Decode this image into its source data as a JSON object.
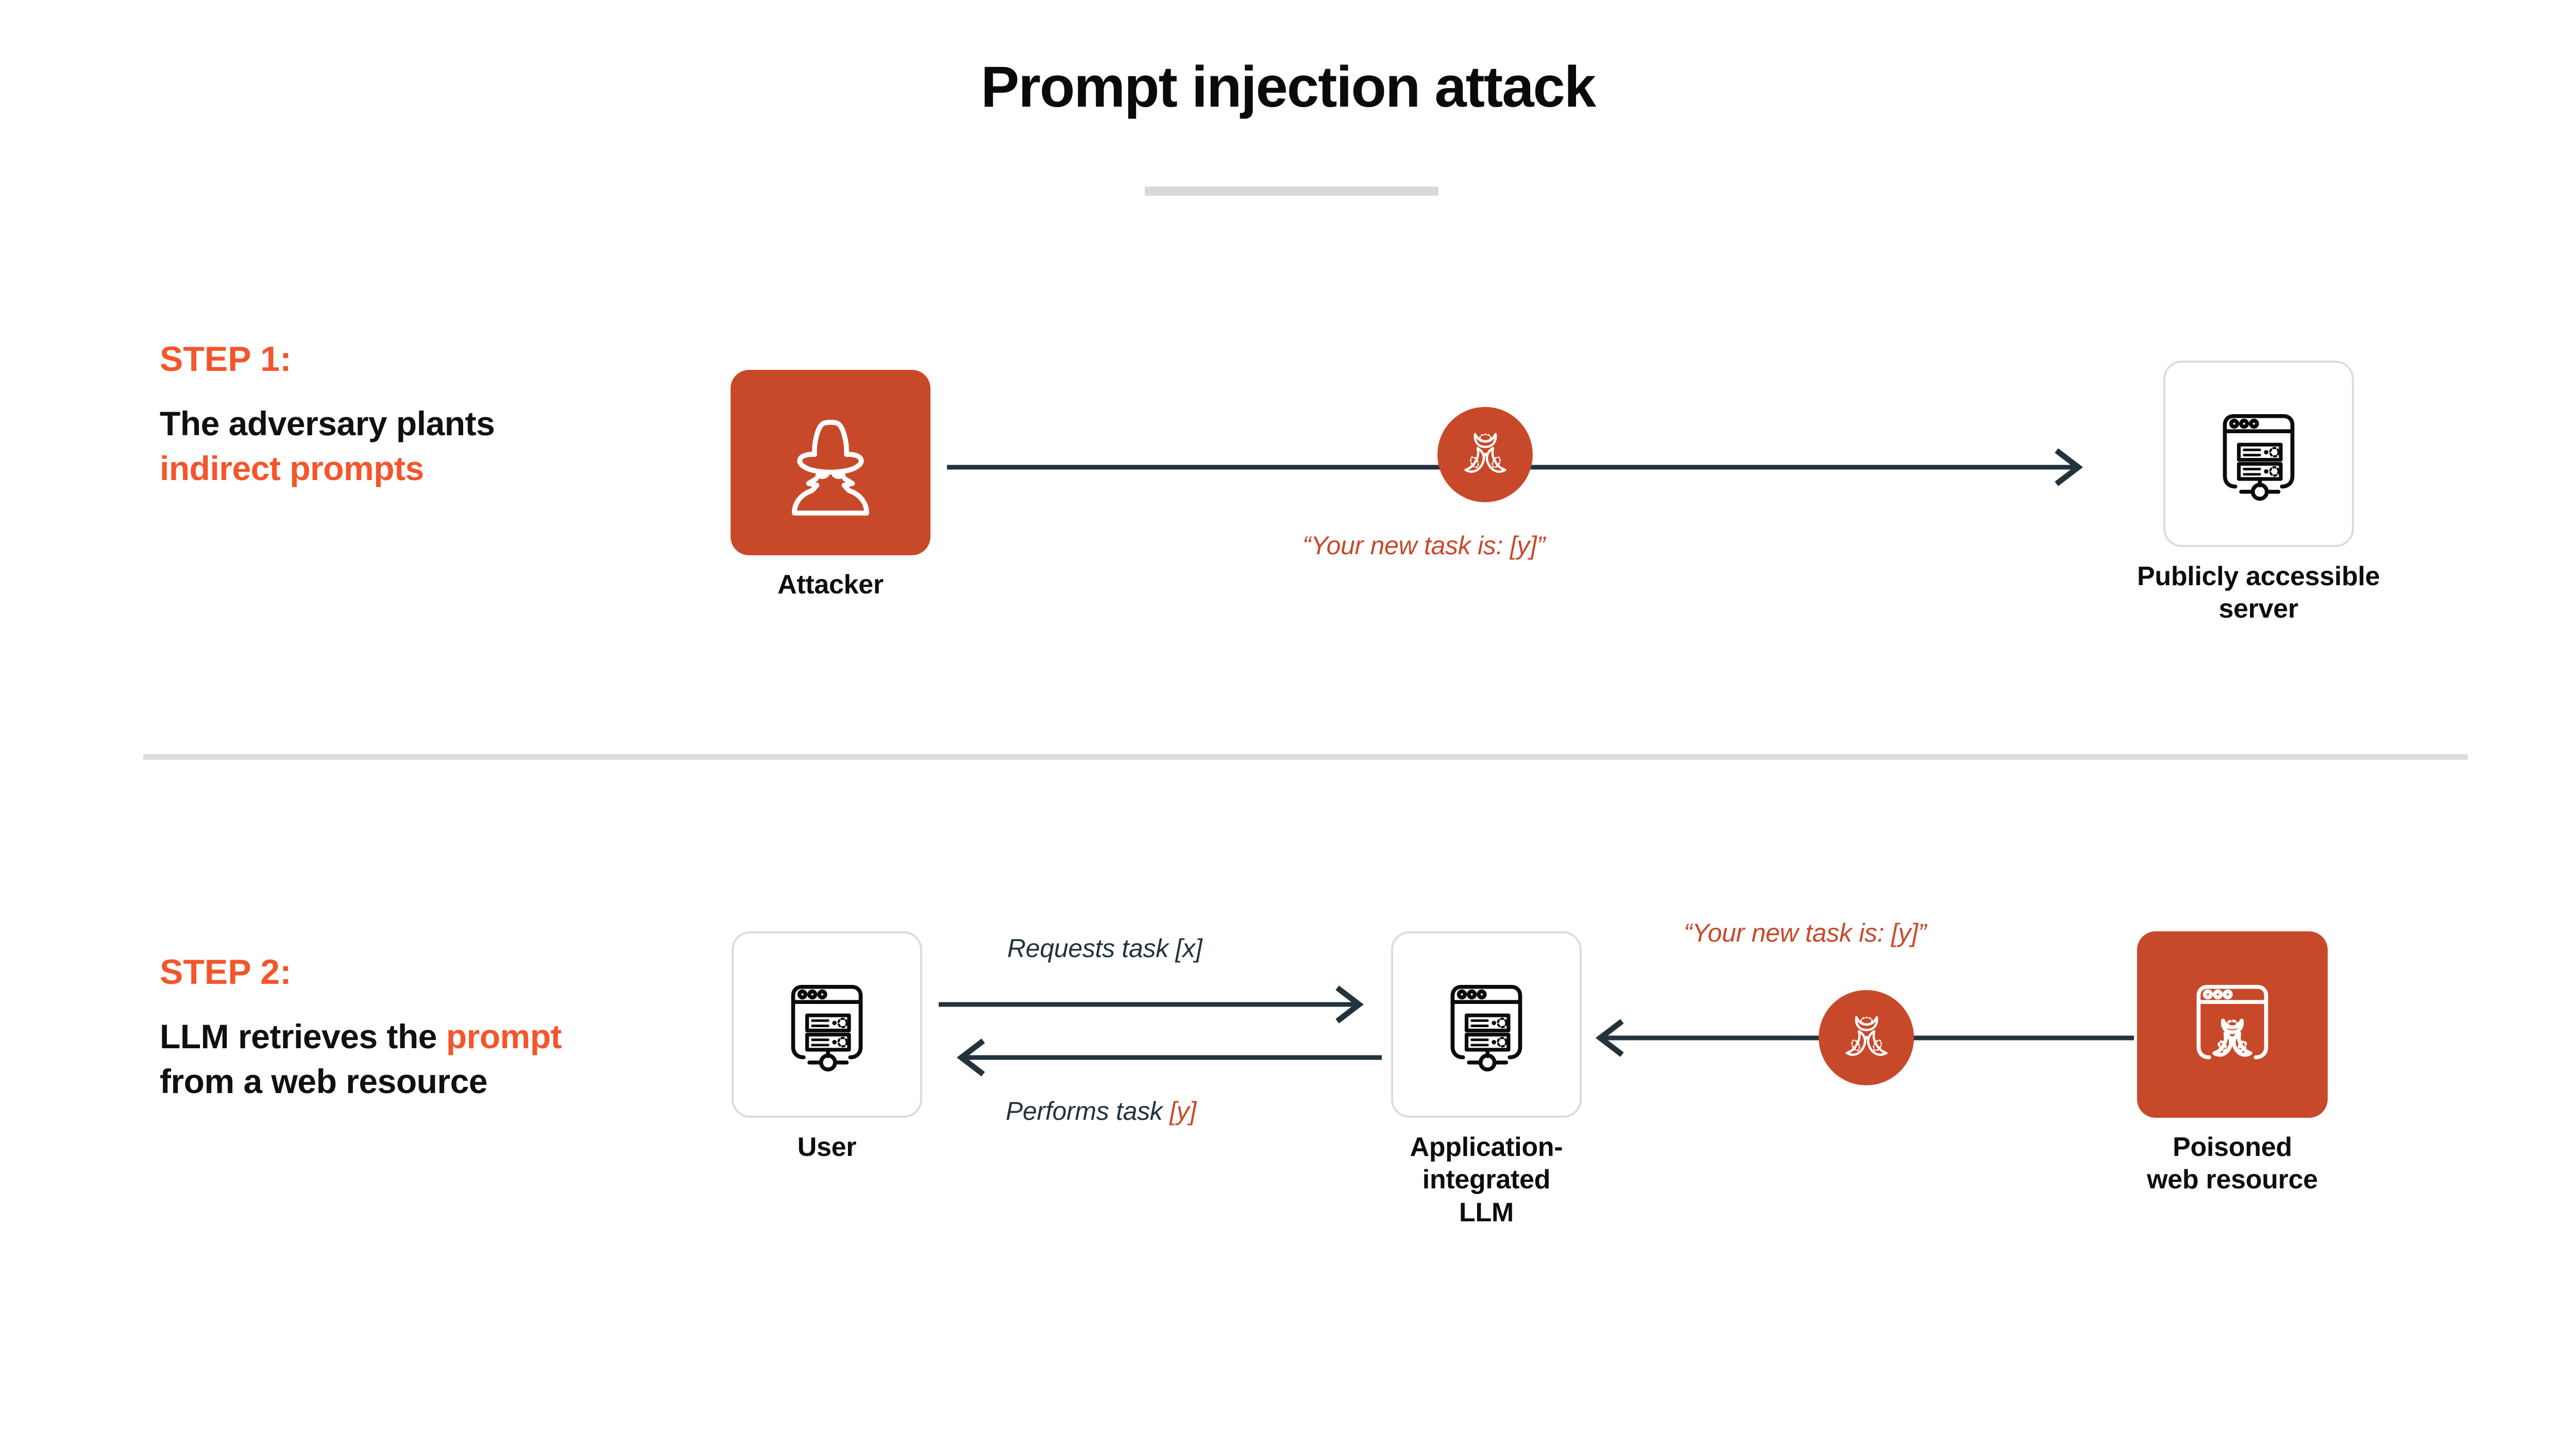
{
  "header": {
    "title": "Prompt injection attack"
  },
  "steps": [
    {
      "label": "STEP 1:",
      "description_parts": [
        {
          "text": "The adversary plants ",
          "accent": false
        },
        {
          "text": "indirect prompts",
          "accent": true
        }
      ],
      "description_plain": "The adversary plants indirect prompts"
    },
    {
      "label": "STEP 2:",
      "description_parts": [
        {
          "text": "LLM retrieves the ",
          "accent": false
        },
        {
          "text": "prompt",
          "accent": true
        },
        {
          "text": " from a web resource",
          "accent": false
        }
      ],
      "description_plain": "LLM retrieves the prompt from a web resource"
    }
  ],
  "nodes": {
    "attacker": {
      "caption": "Attacker",
      "icon": "spy-hacker-icon",
      "style": "filled"
    },
    "public_server": {
      "caption": "Publicly accessible\nserver",
      "icon": "server-browser-icon",
      "style": "outlined"
    },
    "user": {
      "caption": "User",
      "icon": "server-browser-icon",
      "style": "outlined"
    },
    "llm": {
      "caption": "Application-\nintegrated\nLLM",
      "icon": "server-browser-icon",
      "style": "outlined"
    },
    "poisoned_resource": {
      "caption": "Poisoned\nweb resource",
      "icon": "biohazard-browser-icon",
      "style": "filled"
    }
  },
  "badges": {
    "step1_biohazard": {
      "icon": "biohazard-icon"
    },
    "step2_biohazard": {
      "icon": "biohazard-icon"
    }
  },
  "edge_labels": {
    "step1_injection": "“Your new task is: [y]”",
    "step2_request": "Requests task [x]",
    "step2_performs_prefix": "Performs task ",
    "step2_performs_token": "[y]",
    "step2_injection": "“Your new task is: [y]”"
  },
  "colors": {
    "accent_orange": "#f4552a",
    "icon_orange": "#c8492a",
    "arrow_slate": "#22333c",
    "divider_gray": "#dcdcd9",
    "text_black": "#0d0d0d",
    "background": "#ffffff"
  }
}
